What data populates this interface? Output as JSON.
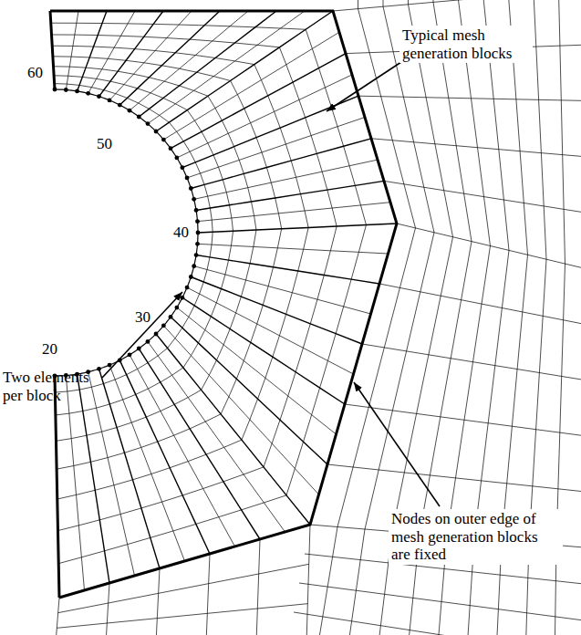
{
  "diagram": {
    "labels": [
      "Typical mesh generation blocks",
      "60",
      "50",
      "40",
      "Two elements per block",
      "30",
      "20",
      "Nodes on outer edge of mesh generation blocks are fixed"
    ]
  }
}
